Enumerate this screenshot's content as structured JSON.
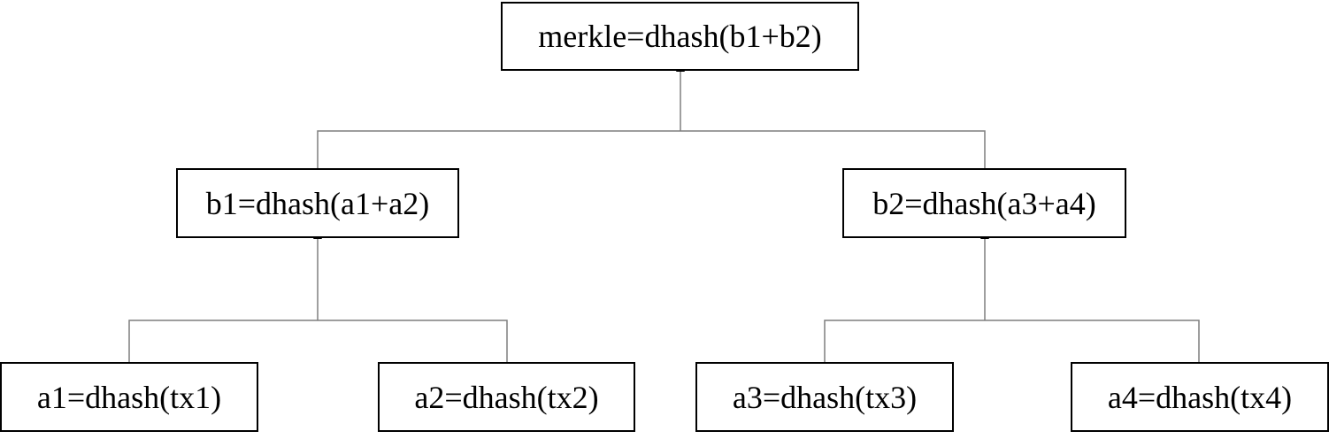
{
  "diagram": {
    "type": "merkle-tree",
    "nodes": {
      "root": "merkle=dhash(b1+b2)",
      "b1": "b1=dhash(a1+a2)",
      "b2": "b2=dhash(a3+a4)",
      "a1": "a1=dhash(tx1)",
      "a2": "a2=dhash(tx2)",
      "a3": "a3=dhash(tx3)",
      "a4": "a4=dhash(tx4)"
    },
    "edges": [
      {
        "from": "b1",
        "to": "root"
      },
      {
        "from": "b2",
        "to": "root"
      },
      {
        "from": "a1",
        "to": "b1"
      },
      {
        "from": "a2",
        "to": "b1"
      },
      {
        "from": "a3",
        "to": "b2"
      },
      {
        "from": "a4",
        "to": "b2"
      }
    ],
    "colors": {
      "line": "#7f7f7f",
      "arrowhead": "#000000",
      "border": "#000000",
      "text": "#000000"
    }
  }
}
